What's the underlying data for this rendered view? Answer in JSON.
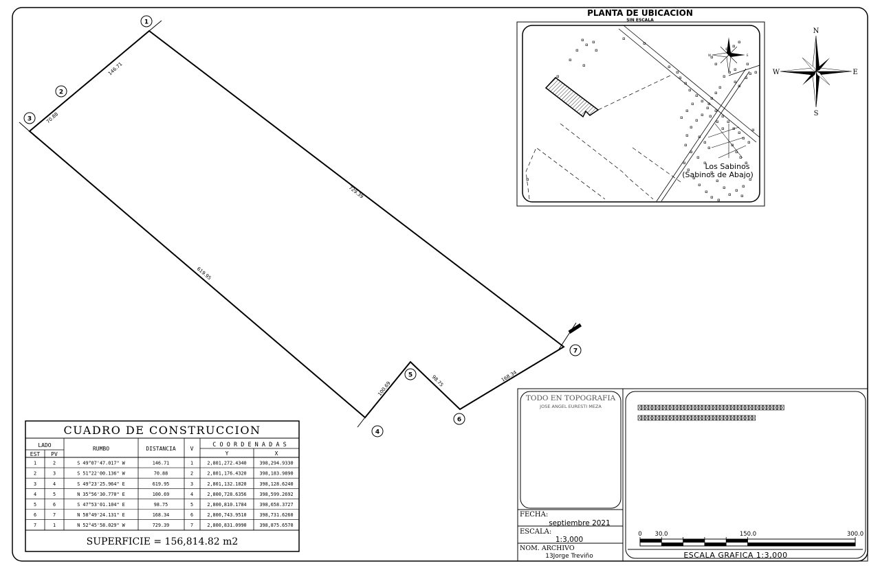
{
  "map": {
    "title": "PLANTA DE UBICACION",
    "subtitle": "SIN ESCALA",
    "place_label_1": "Los Sabinos",
    "place_label_2": "(Sabinos de Abajo)"
  },
  "compass": {
    "n": "N",
    "s": "S",
    "e": "E",
    "w": "W"
  },
  "polygon": {
    "stations": [
      "1",
      "2",
      "3",
      "4",
      "5",
      "6",
      "7"
    ],
    "side_labels": [
      "146.71",
      "70.88",
      "619.95",
      "100.69",
      "98.75",
      "168.34",
      "729.39"
    ]
  },
  "table": {
    "title": "CUADRO DE CONSTRUCCION",
    "header_lado": "LADO",
    "header_est": "EST",
    "header_pv": "PV",
    "header_rumbo": "RUMBO",
    "header_distancia": "DISTANCIA",
    "header_v": "V",
    "header_coordenadas": "C O O R D E N A D A S",
    "header_y": "Y",
    "header_x": "X",
    "rows": [
      {
        "est": "1",
        "pv": "2",
        "rumbo": "S 49°07'47.017\" W",
        "distancia": "146.71",
        "v": "1",
        "y": "2,801,272.4340",
        "x": "398,294.9330"
      },
      {
        "est": "2",
        "pv": "3",
        "rumbo": "S 51°22'00.136\" W",
        "distancia": "70.88",
        "v": "2",
        "y": "2,801,176.4320",
        "x": "398,183.9890"
      },
      {
        "est": "3",
        "pv": "4",
        "rumbo": "S 49°23'25.964\" E",
        "distancia": "619.95",
        "v": "3",
        "y": "2,801,132.1820",
        "x": "398,128.6240"
      },
      {
        "est": "4",
        "pv": "5",
        "rumbo": "N 35°56'30.770\" E",
        "distancia": "100.69",
        "v": "4",
        "y": "2,800,728.6356",
        "x": "398,599.2692"
      },
      {
        "est": "5",
        "pv": "6",
        "rumbo": "S 47°53'01.104\" E",
        "distancia": "98.75",
        "v": "5",
        "y": "2,800,810.1784",
        "x": "398,658.3727"
      },
      {
        "est": "6",
        "pv": "7",
        "rumbo": "N 58°49'24.131\" E",
        "distancia": "168.34",
        "v": "6",
        "y": "2,800,743.9510",
        "x": "398,731.6260"
      },
      {
        "est": "7",
        "pv": "1",
        "rumbo": "N 52°45'58.029\" W",
        "distancia": "729.39",
        "v": "7",
        "y": "2,800,831.0990",
        "x": "398,875.6570"
      }
    ],
    "superficie": "SUPERFICIE = 156,814.82 m2"
  },
  "title_block": {
    "company": "TODO EN TOPOGRAFIA",
    "surveyor": "JOSE ANGEL EURESTI MEZA",
    "fecha_label": "FECHA:",
    "fecha_value": "septiembre 2021",
    "escala_label": "ESCALA:",
    "escala_value": "1:3,000",
    "archivo_label": "NOM. ARCHIVO",
    "archivo_value": "13Jorge Treviño"
  },
  "scale_bar": {
    "ticks": [
      "0",
      "30.0",
      "150.0",
      "300.0"
    ],
    "caption": "ESCALA GRAFICA 1:3,000"
  }
}
